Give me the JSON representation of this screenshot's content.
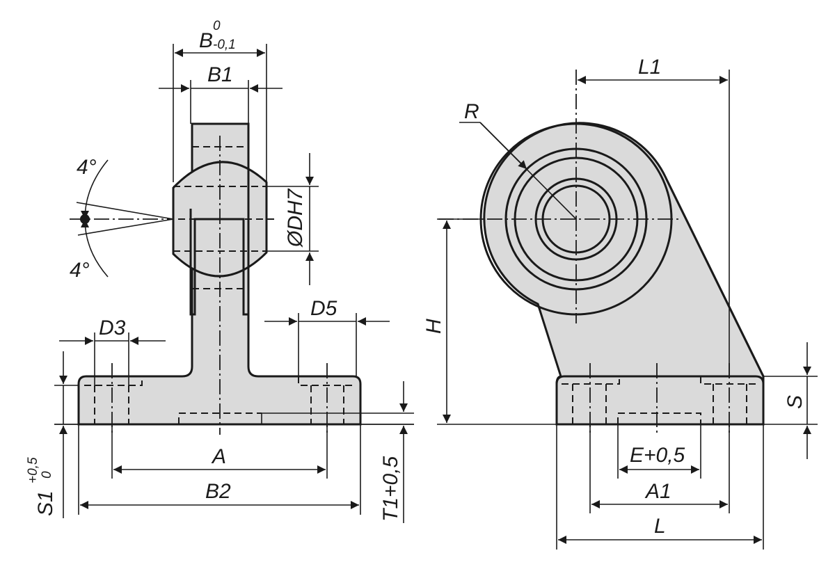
{
  "drawing": {
    "fill_color": "#dadada",
    "line_color": "#1a1a1a",
    "front_view": {
      "labels": {
        "B": "B",
        "B_tol_upper": "0",
        "B_tol_lower": "-0,1",
        "B1": "B1",
        "angle_top": "4°",
        "angle_bottom": "4°",
        "DH7": "ØDH7",
        "D3": "D3",
        "D5": "D5",
        "A": "A",
        "B2": "B2",
        "S1": "S1",
        "S1_tol_upper": "+0,5",
        "S1_tol_lower": "0",
        "T1": "T1+0,5"
      }
    },
    "side_view": {
      "labels": {
        "L1": "L1",
        "R": "R",
        "H": "H",
        "S": "S",
        "E": "E+0,5",
        "A1": "A1",
        "L": "L"
      }
    }
  }
}
